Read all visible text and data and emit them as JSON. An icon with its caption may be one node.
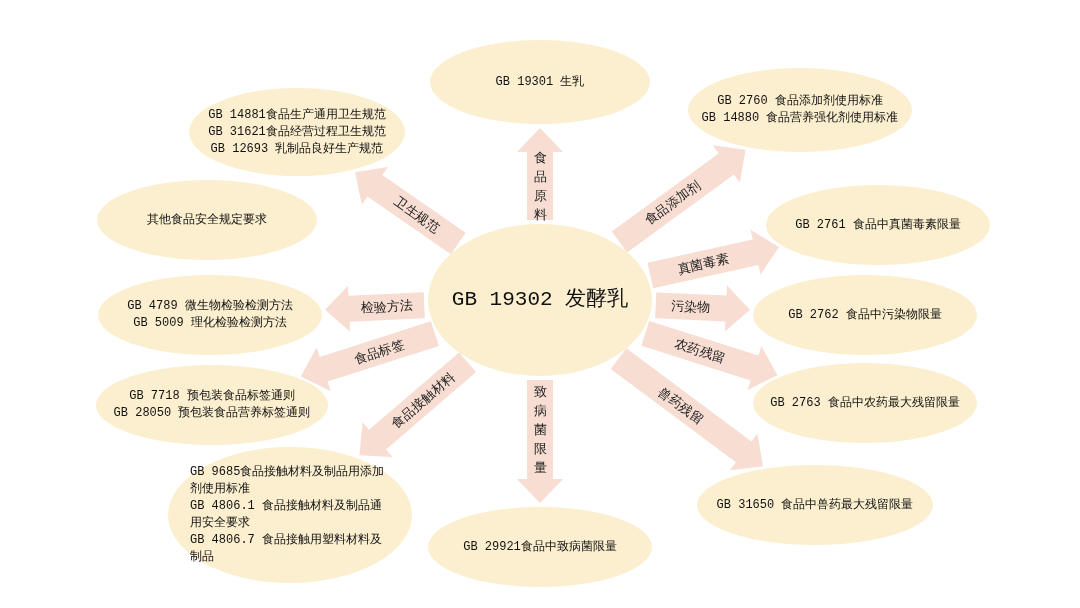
{
  "diagram": {
    "nodes": [
      {
        "text": [
          "GB 19302 发酵乳"
        ]
      },
      {
        "text": [
          "GB 19301 生乳"
        ]
      },
      {
        "text": [
          "GB 14881食品生产通用卫生规范",
          "GB 31621食品经营过程卫生规范",
          "GB 12693 乳制品良好生产规范"
        ]
      },
      {
        "text": [
          "GB 2760 食品添加剂使用标准",
          "GB 14880 食品营养强化剂使用标准"
        ]
      },
      {
        "text": [
          "其他食品安全规定要求"
        ]
      },
      {
        "text": [
          "GB 2761 食品中真菌毒素限量"
        ]
      },
      {
        "text": [
          "GB 4789 微生物检验检测方法",
          "GB 5009 理化检验检测方法"
        ]
      },
      {
        "text": [
          "GB 2762 食品中污染物限量"
        ]
      },
      {
        "text": [
          "GB 7718 预包装食品标签通则",
          "GB 28050 预包装食品营养标签通则"
        ]
      },
      {
        "text": [
          "GB 2763 食品中农药最大残留限量"
        ]
      },
      {
        "text": [
          "GB 9685食品接触材料及制品用添加剂使用标准",
          "GB 4806.1 食品接触材料及制品通用安全要求",
          "GB 4806.7 食品接触用塑料材料及制品"
        ]
      },
      {
        "text": [
          "GB 31650 食品中兽药最大残留限量"
        ]
      },
      {
        "text": [
          "GB 29921食品中致病菌限量"
        ]
      }
    ],
    "edges": [
      {
        "from": 0,
        "to": 1,
        "arrow": "to",
        "label": "食品原料"
      },
      {
        "from": 0,
        "to": 2,
        "arrow": "to",
        "label": "卫生规范"
      },
      {
        "from": 0,
        "to": 3,
        "arrow": "to",
        "label": "食品添加剂"
      },
      {
        "from": 0,
        "to": 5,
        "arrow": "to",
        "label": "真菌毒素"
      },
      {
        "from": 0,
        "to": 6,
        "arrow": "to",
        "label": "检验方法"
      },
      {
        "from": 0,
        "to": 7,
        "arrow": "to",
        "label": "污染物"
      },
      {
        "from": 0,
        "to": 8,
        "arrow": "to",
        "label": "食品标签"
      },
      {
        "from": 0,
        "to": 9,
        "arrow": "to",
        "label": "农药残留"
      },
      {
        "from": 0,
        "to": 10,
        "arrow": "to",
        "label": "食品接触材料"
      },
      {
        "from": 0,
        "to": 11,
        "arrow": "to",
        "label": "兽药残留"
      },
      {
        "from": 0,
        "to": 12,
        "arrow": "to",
        "label": "致病菌限量"
      }
    ]
  }
}
